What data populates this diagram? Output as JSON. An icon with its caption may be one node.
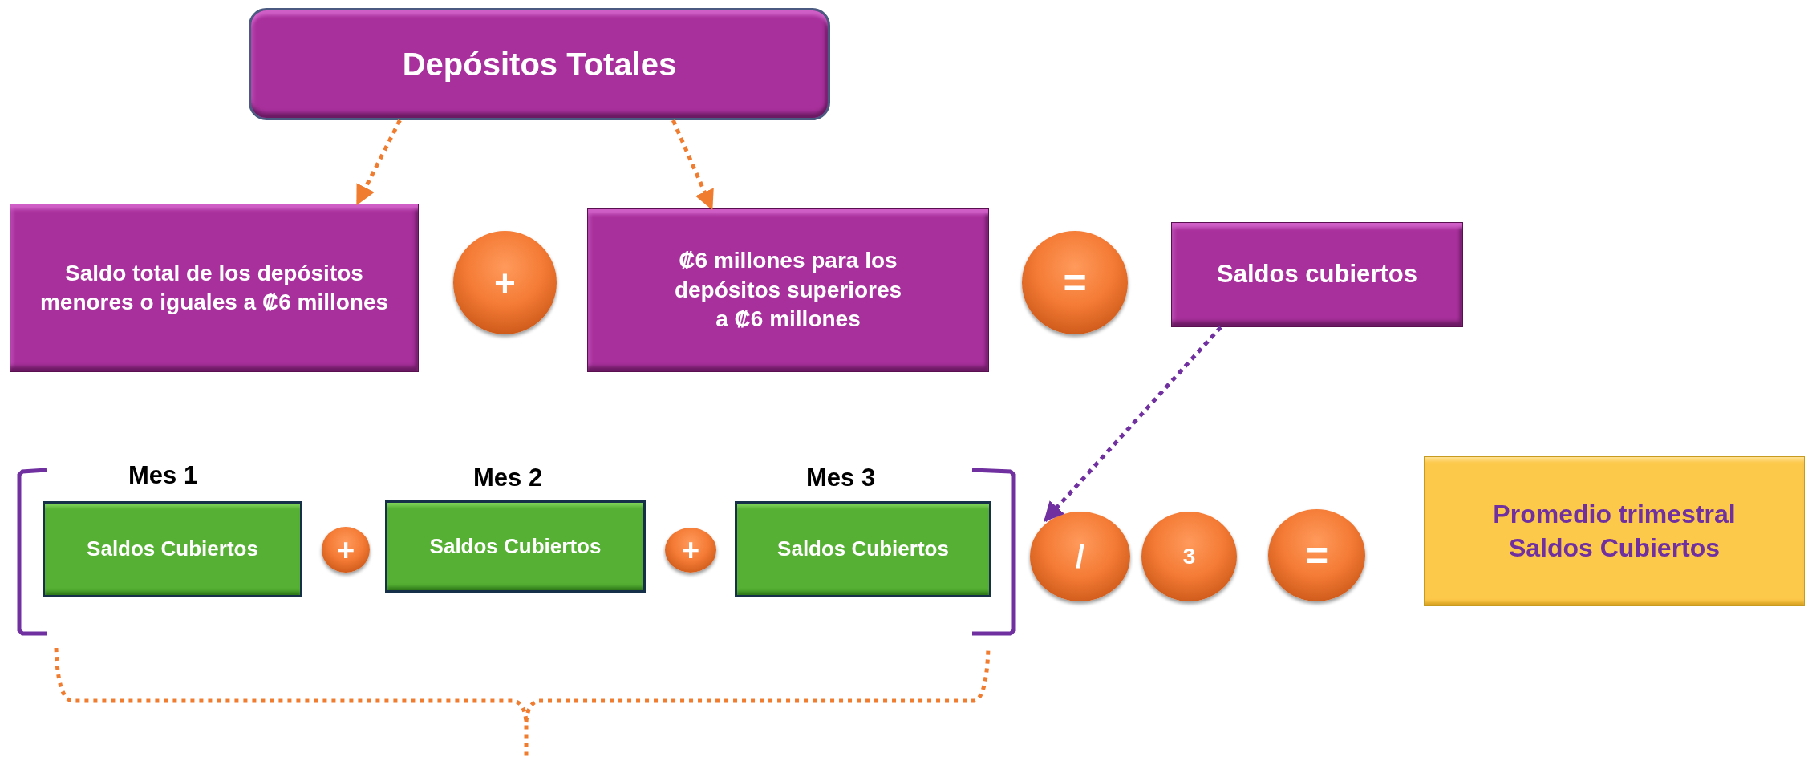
{
  "diagram": {
    "nodes": [
      {
        "text": [
          "Depósitos Totales"
        ]
      },
      {
        "text": [
          "Saldo total de los depósitos menores o iguales a ₡6 millones"
        ]
      },
      {
        "text": [
          "+"
        ]
      },
      {
        "text": [
          "₡6 millones para los depósitos superiores a ₡6 millones"
        ]
      },
      {
        "text": [
          "="
        ]
      },
      {
        "text": [
          "Saldos cubiertos"
        ]
      },
      {
        "text": [
          "Saldos Cubiertos"
        ],
        "beside": [
          "Mes 1"
        ]
      },
      {
        "text": [
          "+"
        ]
      },
      {
        "text": [
          "Saldos Cubiertos"
        ],
        "beside": [
          "Mes 2"
        ]
      },
      {
        "text": [
          "+"
        ]
      },
      {
        "text": [
          "Saldos Cubiertos"
        ],
        "beside": [
          "Mes 3"
        ]
      },
      {
        "text": [
          "/"
        ]
      },
      {
        "text": [
          "3"
        ]
      },
      {
        "text": [
          "="
        ]
      },
      {
        "text": [
          "Promedio trimestral Saldos Cubiertos"
        ]
      }
    ],
    "edges": [
      {
        "from": 0,
        "to": 1,
        "arrow": "to",
        "style": "dashed"
      },
      {
        "from": 0,
        "to": 3,
        "arrow": "to",
        "style": "dashed"
      },
      {
        "from": 5,
        "to": 11,
        "arrow": "to",
        "style": "dashed",
        "color": "#7030a0"
      }
    ]
  }
}
